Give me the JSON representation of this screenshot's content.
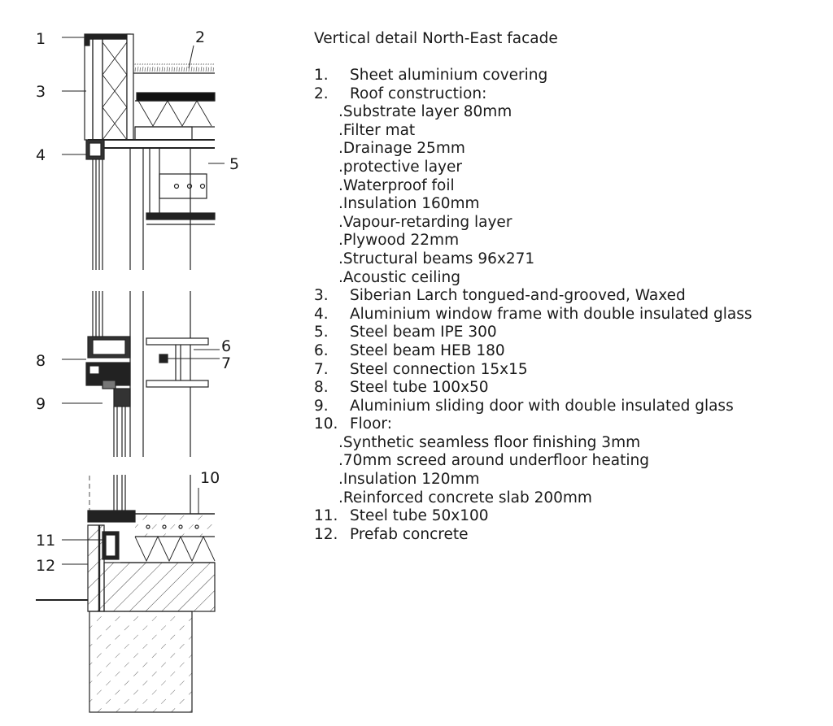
{
  "title": "Vertical detail North-East facade",
  "callouts": [
    "1",
    "2",
    "3",
    "4",
    "5",
    "6",
    "7",
    "8",
    "9",
    "10",
    "11",
    "12"
  ],
  "legend": [
    {
      "num": "1.",
      "text": "Sheet aluminium covering",
      "sub": []
    },
    {
      "num": "2.",
      "text": "Roof construction:",
      "sub": [
        ".Substrate layer 80mm",
        ".Filter mat",
        ".Drainage 25mm",
        ".protective layer",
        ".Waterproof foil",
        ".Insulation 160mm",
        ".Vapour-retarding layer",
        ".Plywood 22mm",
        ".Structural beams 96x271",
        ".Acoustic ceiling"
      ]
    },
    {
      "num": "3.",
      "text": "Siberian Larch tongued-and-grooved, Waxed",
      "sub": []
    },
    {
      "num": "4.",
      "text": "Aluminium window frame with double insulated glass",
      "sub": []
    },
    {
      "num": "5.",
      "text": "Steel beam IPE 300",
      "sub": []
    },
    {
      "num": "6.",
      "text": "Steel beam HEB 180",
      "sub": []
    },
    {
      "num": "7.",
      "text": "Steel connection 15x15",
      "sub": []
    },
    {
      "num": "8.",
      "text": "Steel tube 100x50",
      "sub": []
    },
    {
      "num": "9.",
      "text": "Aluminium sliding door with double insulated glass",
      "sub": []
    },
    {
      "num": "10.",
      "text": "Floor:",
      "sub": [
        ".Synthetic seamless floor finishing 3mm",
        ".70mm screed around underfloor heating",
        ".Insulation 120mm",
        ".Reinforced concrete slab 200mm"
      ]
    },
    {
      "num": "11.",
      "text": "Steel tube 50x100",
      "sub": []
    },
    {
      "num": "12.",
      "text": "Prefab concrete",
      "sub": []
    }
  ]
}
